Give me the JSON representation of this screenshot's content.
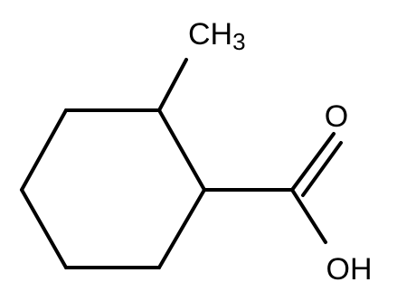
{
  "molecule": {
    "labels": {
      "methyl_main": "CH",
      "methyl_subscript": "3",
      "carbonyl_oxygen": "O",
      "hydroxyl": "OH"
    }
  }
}
